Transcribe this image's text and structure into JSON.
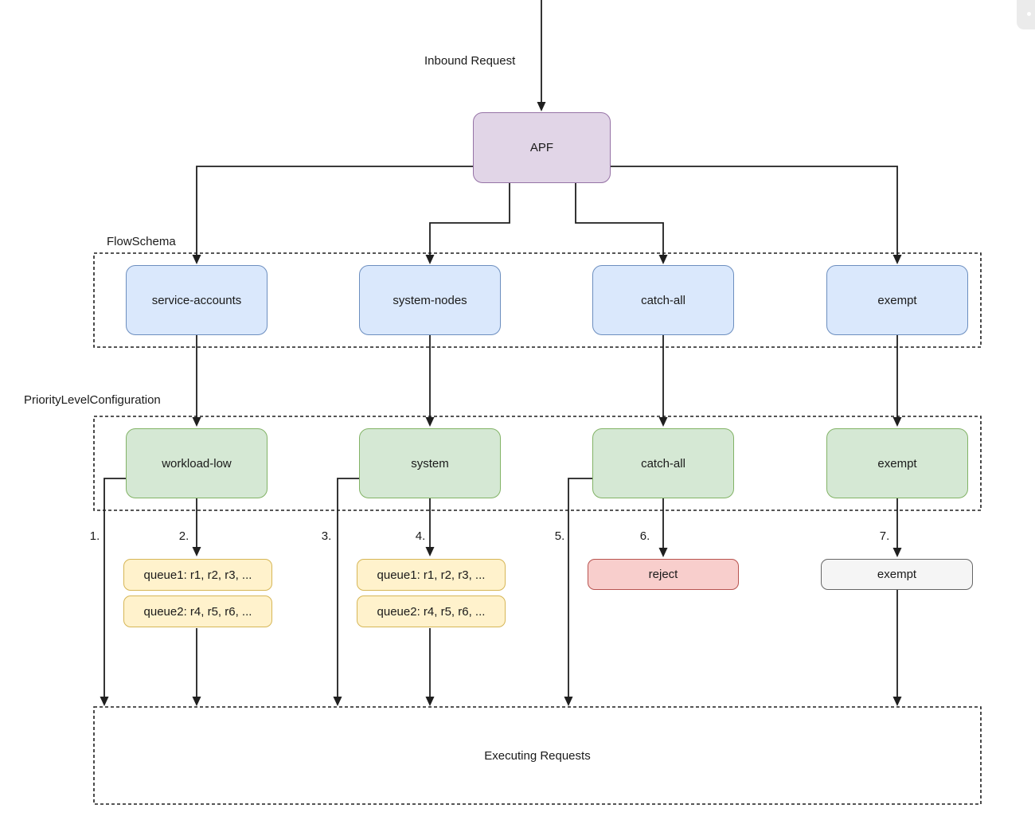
{
  "diagram": {
    "title_hint": "API Priority and Fairness flow",
    "inbound_label": "Inbound Request",
    "apf": {
      "label": "APF",
      "fill": "#e1d5e7",
      "border": "#9673a6"
    },
    "flow_schema": {
      "label": "FlowSchema",
      "fill": "#dae8fc",
      "border": "#6c8ebf",
      "items": [
        {
          "label": "service-accounts"
        },
        {
          "label": "system-nodes"
        },
        {
          "label": "catch-all"
        },
        {
          "label": "exempt"
        }
      ]
    },
    "priority_level": {
      "label": "PriorityLevelConfiguration",
      "fill": "#d5e8d4",
      "border": "#82b366",
      "items": [
        {
          "label": "workload-low"
        },
        {
          "label": "system"
        },
        {
          "label": "catch-all"
        },
        {
          "label": "exempt"
        }
      ]
    },
    "steps": [
      "1.",
      "2.",
      "3.",
      "4.",
      "5.",
      "6.",
      "7."
    ],
    "queues_workload_low": [
      {
        "label": "queue1: r1, r2, r3, ..."
      },
      {
        "label": "queue2: r4, r5, r6, ..."
      }
    ],
    "queues_system": [
      {
        "label": "queue1: r1, r2, r3, ..."
      },
      {
        "label": "queue2: r4, r5, r6, ..."
      }
    ],
    "reject": {
      "label": "reject",
      "fill": "#f8cecc",
      "border": "#b85450"
    },
    "exempt_outcome": {
      "label": "exempt",
      "fill": "#f5f5f5",
      "border": "#666666"
    },
    "executing": {
      "label": "Executing Requests"
    },
    "colors": {
      "edge": "#1f1f1f",
      "queue_fill": "#fff2cc",
      "queue_border": "#d6b656"
    },
    "icons": {
      "overflow": "more-horizontal-icon"
    }
  }
}
